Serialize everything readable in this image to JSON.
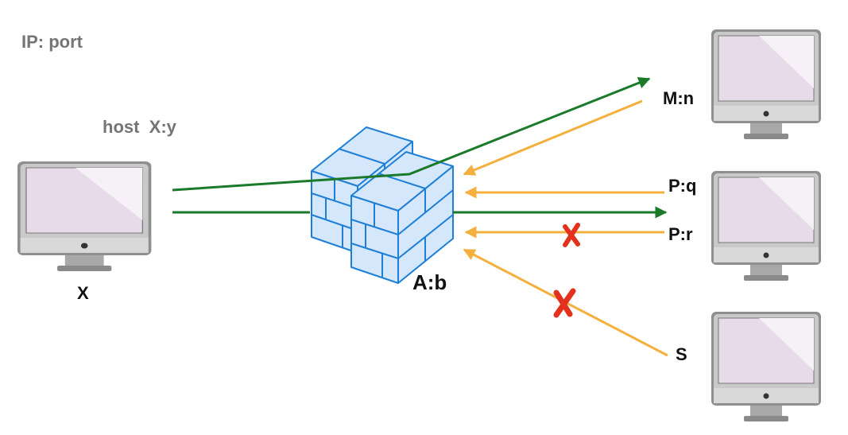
{
  "labels": {
    "legend": "IP: port",
    "host": "host  X:y",
    "client": "X",
    "firewall": "A:b",
    "m": "M:n",
    "pq": "P:q",
    "pr": "P:r",
    "s": "S"
  },
  "colors": {
    "outbound": "#1b7a2a",
    "inbound": "#f4b03e",
    "blocked": "#e2311d",
    "firewall": "#1f7fd6",
    "firewall_fill": "#d4e7fb",
    "monitor_frame": "#9b9b9b",
    "monitor_screen": "#e7d9e8",
    "label_gray": "#757575"
  },
  "icons": [
    "computer-icon",
    "firewall-icon",
    "blocked-x-icon"
  ],
  "connections": [
    {
      "from": "X:y",
      "to": "M:n",
      "direction": "outbound",
      "allowed": true
    },
    {
      "from": "M:n",
      "to": "A:b",
      "direction": "inbound",
      "allowed": true
    },
    {
      "from": "P:q",
      "to": "A:b",
      "direction": "inbound",
      "allowed": true
    },
    {
      "from": "X:y",
      "to": "P:r",
      "direction": "outbound",
      "allowed": true
    },
    {
      "from": "P:r",
      "to": "A:b",
      "direction": "inbound",
      "allowed": false
    },
    {
      "from": "S",
      "to": "A:b",
      "direction": "inbound",
      "allowed": false
    }
  ]
}
